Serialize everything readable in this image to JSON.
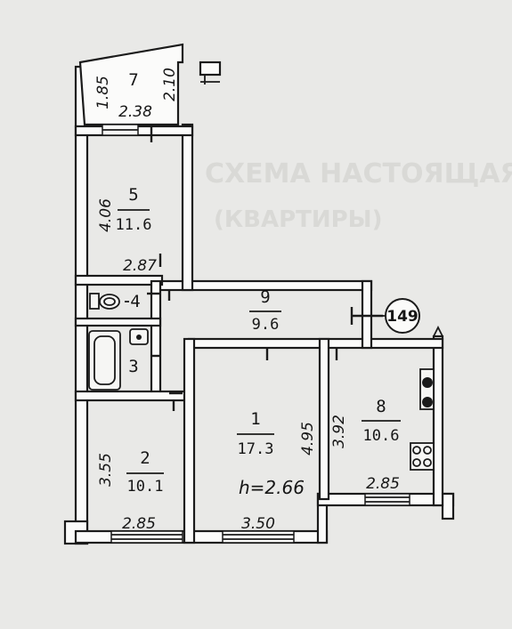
{
  "rooms": [
    {
      "id": "1",
      "area": "17.3",
      "height": "h=2.66"
    },
    {
      "id": "2",
      "area": "10.1"
    },
    {
      "id": "3"
    },
    {
      "id": "4"
    },
    {
      "id": "5",
      "area": "11.6"
    },
    {
      "id": "7"
    },
    {
      "id": "8",
      "area": "10.6"
    },
    {
      "id": "9",
      "area": "9.6"
    }
  ],
  "dimensions": {
    "balcony_left": "1.85",
    "balcony_right": "2.10",
    "balcony_width": "2.38",
    "room5_height": "4.06",
    "room5_width": "2.87",
    "room2_height": "3.55",
    "room2_width": "2.85",
    "room1_width": "3.50",
    "room1_height": "4.95",
    "room8_height": "3.92",
    "room8_width": "2.85"
  },
  "plan_number": "149",
  "background_text": {
    "line1": "СХЕМА НАСТОЯЩАЯ ПЛАНИРОВКИ",
    "line2": "(КВАРТИРЫ)"
  },
  "colors": {
    "ink": "#1b1b1b",
    "paper": "#fbfbfa",
    "background": "#e9e9e7"
  }
}
